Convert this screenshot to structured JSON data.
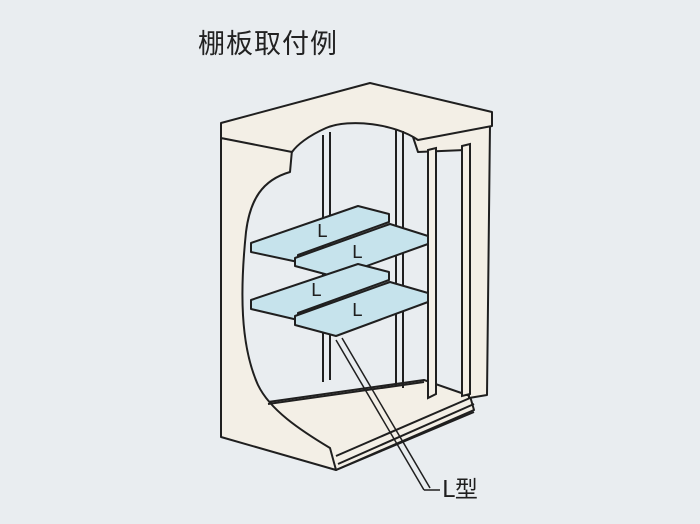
{
  "title": "棚板取付例",
  "shelf_marks": [
    "L",
    "L",
    "L",
    "L"
  ],
  "callout_label": "L型",
  "colors": {
    "background": "#e9edf0",
    "cabinet": "#f3efe6",
    "shelf": "#c6e3ec",
    "line": "#1f1f1f"
  }
}
